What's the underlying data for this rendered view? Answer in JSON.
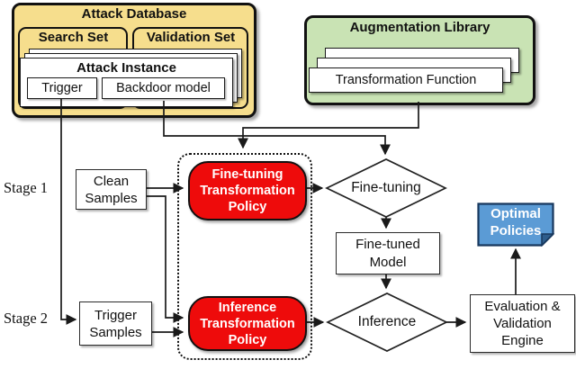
{
  "attack_database": {
    "title": "Attack Database",
    "search_set_label": "Search Set",
    "validation_set_label": "Validation Set",
    "attack_instance_title": "Attack Instance",
    "trigger_label": "Trigger",
    "backdoor_model_label": "Backdoor model"
  },
  "augmentation_library": {
    "title": "Augmentation Library",
    "transformation_function_label": "Transformation Function"
  },
  "stage_labels": {
    "stage1": "Stage 1",
    "stage2": "Stage 2"
  },
  "nodes": {
    "clean_samples": "Clean Samples",
    "trigger_samples": "Trigger Samples",
    "fine_tuning_policy": "Fine-tuning Transformation Policy",
    "inference_policy": "Inference Transformation Policy",
    "fine_tuning_decision": "Fine-tuning",
    "fine_tuned_model": "Fine-tuned Model",
    "inference_decision": "Inference",
    "evaluation_engine": "Evaluation & Validation Engine",
    "optimal_policies": "Optimal Policies"
  },
  "colors": {
    "attack_db_fill": "#F6DE8D",
    "augmentation_fill": "#C9E3B4",
    "policy_fill": "#EE0B0B",
    "optimal_fill": "#5B9BD5",
    "line": "#1A1A1A"
  }
}
